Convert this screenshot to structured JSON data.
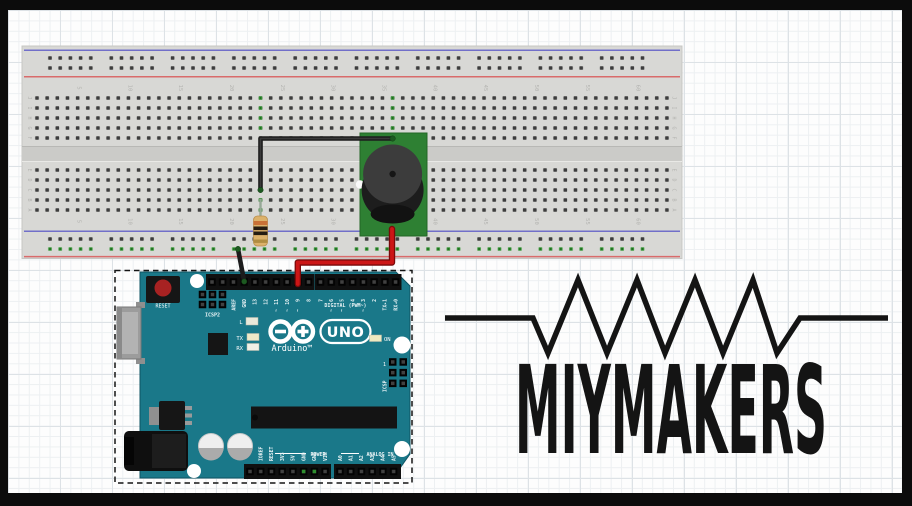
{
  "canvas": {
    "frame_color": "#0c0c0c",
    "paper_color": "#fdfdfd"
  },
  "logo": {
    "text": "MIYMAKERS",
    "color": "#141414"
  },
  "breadboard": {
    "column_numbers": [
      "5",
      "10",
      "15",
      "20",
      "25",
      "30",
      "35",
      "40",
      "45",
      "50",
      "55",
      "60"
    ],
    "row_letters_top": [
      "J",
      "I",
      "H",
      "G",
      "F"
    ],
    "row_letters_bottom": [
      "E",
      "D",
      "C",
      "B",
      "A"
    ],
    "colors": {
      "body": "#d8d8d5",
      "hole": "#3d3d3d",
      "connected": "#3f9c3f",
      "rail_blue": "#716fc9",
      "rail_red": "#d96b6b"
    }
  },
  "parts": {
    "buzzer": {
      "pcb_color": "#2e8033",
      "cap_color": "#3c3c3c"
    },
    "resistor": {
      "body_color": "#dcb26b",
      "bands": [
        "#c87137",
        "#241c12",
        "#241c12",
        "#b08d42"
      ],
      "lead_color": "#96a896"
    },
    "wire_black": "#1c1c1c",
    "wire_red": "#c41414"
  },
  "arduino": {
    "board_color": "#1a7889",
    "reset": "RESET",
    "icsp2": "ICSP2",
    "icsp": "ICSP",
    "icsp_pin1": "1",
    "digital_caption": "DIGITAL (PWM~)",
    "uno": "UNO",
    "brand": "Arduino™",
    "led_l": "L",
    "led_tx": "TX",
    "led_rx": "RX",
    "led_on": "ON",
    "pwm_tilde": "~",
    "pins_top_left": [
      "AREF",
      "GND",
      "13",
      "12",
      "11",
      "10",
      "9",
      "8"
    ],
    "pins_top_right": [
      "7",
      "6",
      "5",
      "4",
      "3",
      "2",
      "TX▸1",
      "RX◂0"
    ],
    "power_caption": "POWER",
    "pins_power": [
      "IOREF",
      "RESET",
      "3V3",
      "5V",
      "GND",
      "GND",
      "VIN"
    ],
    "analog_caption": "ANALOG IN",
    "pins_analog": [
      "A0",
      "A1",
      "A2",
      "A3",
      "A4",
      "A5"
    ]
  }
}
